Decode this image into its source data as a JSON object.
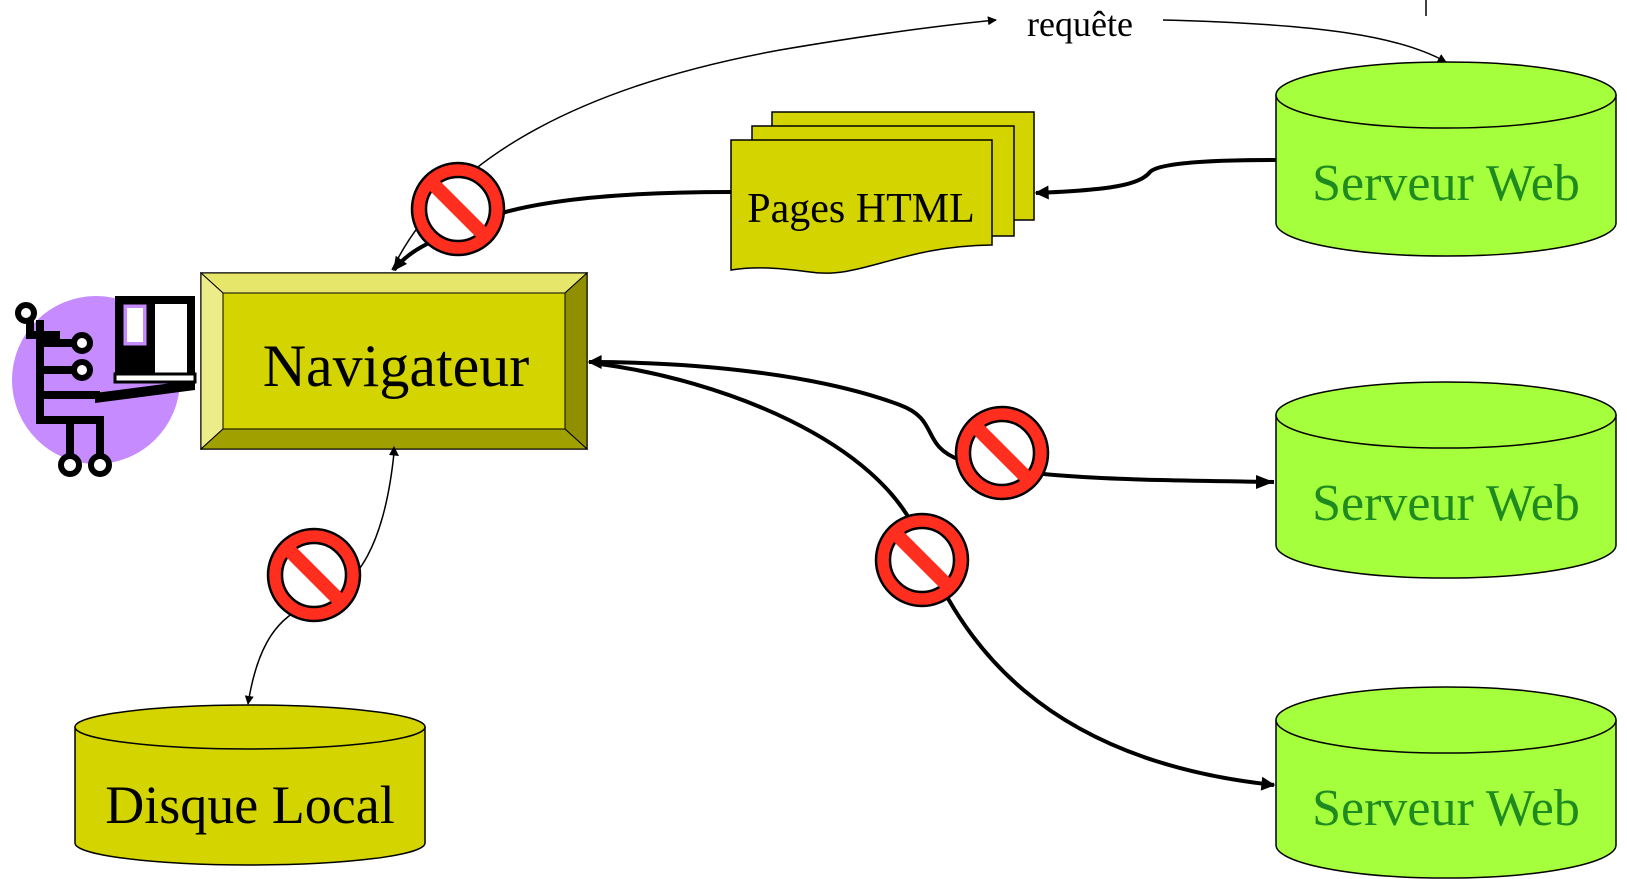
{
  "labels": {
    "request": "requête",
    "pages": "Pages HTML",
    "browser": "Navigateur",
    "server_1": "Serveur Web",
    "server_2": "Serveur Web",
    "server_3": "Serveur Web",
    "local_disk": "Disque Local"
  },
  "icons": {
    "user": "computer-user-icon",
    "forbidden": "no-entry-icon"
  },
  "colors": {
    "server_fill": "#a5ff3c",
    "server_text": "#1f8a1f",
    "browser_fill": "#d4d400",
    "pages_fill": "#d4d400",
    "disk_fill": "#d4d400",
    "forbidden_red": "#ff2e1f",
    "user_circle": "#c58bff"
  }
}
